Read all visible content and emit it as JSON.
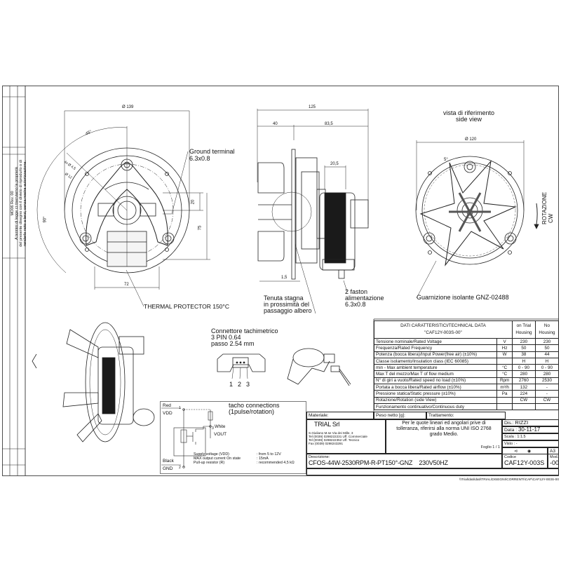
{
  "side_strip": {
    "revision": "MO06 Rev. 00",
    "notice": [
      "A termini di legge ci riserviamo la proprietà",
      "del presente disegno con il divieto di riprodurlo o di",
      "renderlo noto a terzi, senza nostra autorizzazione."
    ]
  },
  "front_view": {
    "dims": {
      "diameter": "Ø 139",
      "angle45": "45°",
      "angle90": "90°",
      "holes": "4x Ø 4,5",
      "d12": "Ø 12",
      "d20": "20",
      "d75": "75",
      "d72": "72"
    },
    "ground_terminal": [
      "Ground terminal",
      "6.3x0.8"
    ],
    "thermal_protector": "THERMAL PROTECTOR 150°C"
  },
  "side_section": {
    "dims": {
      "total": "125",
      "left": "40",
      "right": "83,5",
      "core": "20,5",
      "plate": "1,5"
    },
    "seal_note": [
      "Tenuta stagna",
      "in prossimità del",
      "passaggio albero"
    ],
    "faston_note": [
      "2 faston",
      "alimentazione",
      "6.3x0.8"
    ]
  },
  "reference_view": {
    "title": [
      "vista di riferimento",
      "side view"
    ],
    "diameter": "Ø 120",
    "angle": "5°",
    "rotation": [
      "ROTAZIONE",
      "CW"
    ],
    "gasket": "Guarnizione isolante GNZ-02488"
  },
  "connector": {
    "title": [
      "Connettore tachimetrico",
      "3 PIN 0.64",
      "passo 2.54 mm"
    ],
    "pins": [
      "1",
      "2",
      "3"
    ]
  },
  "tacho": {
    "title": [
      "tacho connections",
      "(1pulse/rotation)"
    ],
    "red": "Red",
    "vdd": "VDD",
    "pin1": "1",
    "white": "White",
    "pin3": "3",
    "vout": "VOUT",
    "black": "Black",
    "gnd": "GND",
    "pin2": "2",
    "specs": [
      {
        "label": "Supply voltage (VDD)",
        "value": ": from 5 to 12V"
      },
      {
        "label": "MAX output current On state",
        "value": ": 15mA"
      },
      {
        "label": "Pull-up resistor (R)",
        "value": ": recommended 4,5 kΩ"
      }
    ]
  },
  "tech_table": {
    "title": "DATI CARATTERISTICI/TECHNICAL DATA",
    "code": "\"CAF12Y-003S-00\"",
    "col_trial": [
      "on Trial",
      "Housing"
    ],
    "col_no": [
      "No",
      "Housing"
    ],
    "rows": [
      {
        "label": "Tensione  nominale/Rated Voltage",
        "unit": "V",
        "trial": "230",
        "no": "230"
      },
      {
        "label": "Frequenza/Rated Frequency",
        "unit": "Hz",
        "trial": "50",
        "no": "50"
      },
      {
        "label": "Potenza (bocca libera)/Input Power(free air) (±10%)",
        "unit": "W",
        "trial": "38",
        "no": "44"
      },
      {
        "label": "Classe isolamento/Insulation class (IEC 60085)",
        "unit": "",
        "trial": "H",
        "no": "H"
      },
      {
        "label": "min - Max ambient temperature",
        "unit": "°C",
        "trial": "0 - 90",
        "no": "0 - 90"
      },
      {
        "label": "Max T del mezzo/Max T of flow medium",
        "unit": "°C",
        "trial": "280",
        "no": "280"
      },
      {
        "label": "N° di giri a vuoto/Rated speed no load (±10%)",
        "unit": "Rpm",
        "trial": "2760",
        "no": "2530"
      },
      {
        "label": "Portata a bocca libera/Rated airflow (±10%)",
        "unit": "m³/h",
        "trial": "132",
        "no": "-"
      },
      {
        "label": "Pressione statica/Static pressure (±10%)",
        "unit": "Pa",
        "trial": "224",
        "no": "-"
      },
      {
        "label": "Rotazione/Rotation (side View)",
        "unit": "",
        "trial": "CW",
        "no": "CW"
      },
      {
        "label": "Funzionamento continuativo/Continuous duty",
        "unit": "",
        "trial": "",
        "no": ""
      }
    ]
  },
  "title_block": {
    "materiale": "Materiale:",
    "peso": "Peso netto [g]:",
    "trattamento": "Trattamento:",
    "company": "TRIAL Srl",
    "address": [
      "S.Giuliano M.se Via dei Mille, 3",
      "Tel  (0039) 0298222231 Uff. Commerciale",
      "Tel  (0039) 0298222352 Uff. Tecnico",
      "Fax (0039) 0298243291"
    ],
    "tolerance_note": [
      "Per le quote lineari ed angolari prive di",
      "tolleranza, riferirsi alla norma UNI ISO 2768",
      "grado Medio."
    ],
    "foglio": "Foglio 1 / 1",
    "dis_label": "Dis.:",
    "dis_value": "RIZZI",
    "data_label": "Data :",
    "data_value": "30-11-17",
    "scala_label": "Scala :",
    "scala_value": "1:1.5",
    "visto_label": "Visto :",
    "visto_value": "-",
    "format": "A3",
    "descrizione_label": "Descrizione:",
    "descrizione": "CFOS-44W-2530RPM-R-PT150°-GNZ    230V50HZ",
    "codice_label": "Codice",
    "codice": "CAF12Y-003S",
    "mod_label": "Mod.",
    "mod": "-00",
    "path": "\\\\Trial\\dati\\dati\\TRIAL\\DISEGNI\\CORRENTI\\CAF\\CAF12Y-003S-00"
  }
}
